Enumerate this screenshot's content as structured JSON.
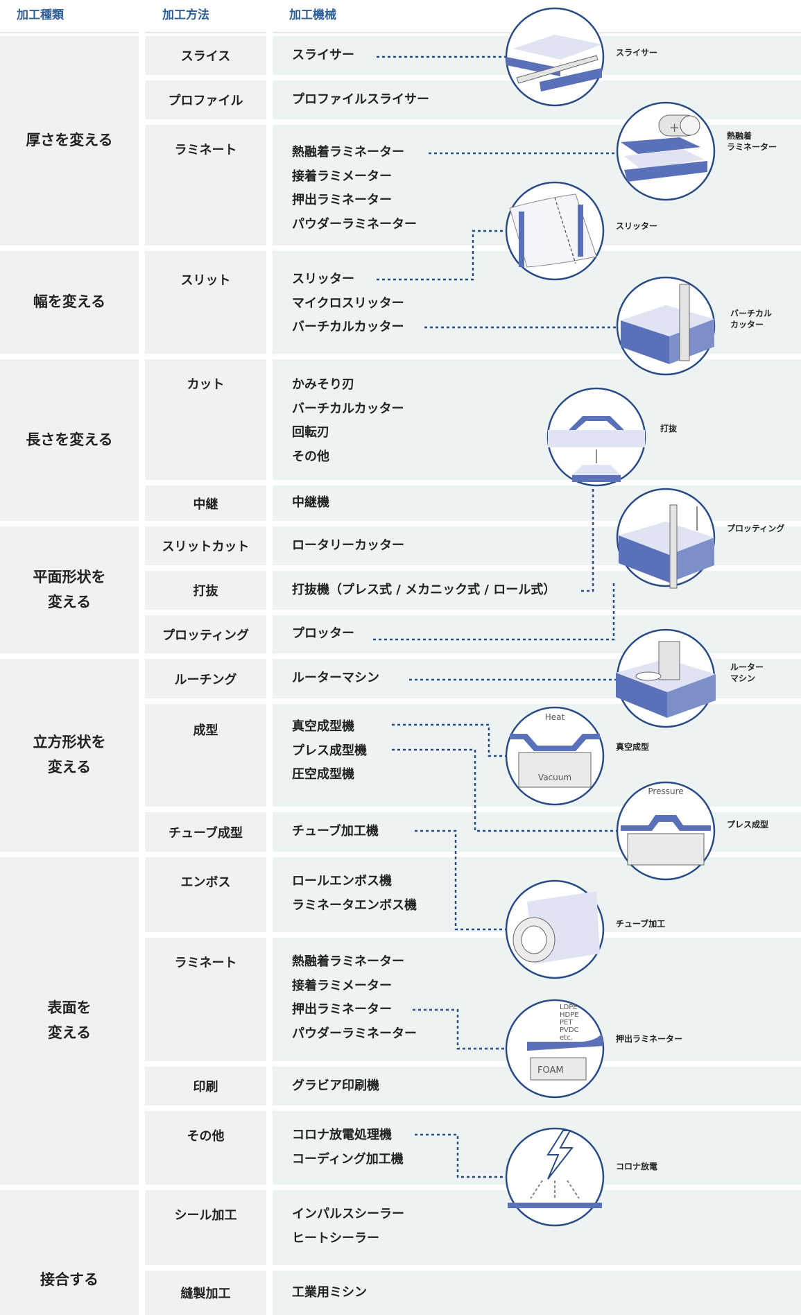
{
  "header": {
    "col1": "加工種類",
    "col2": "加工方法",
    "col3": "加工機械"
  },
  "categories": [
    {
      "label": "厚さを変える",
      "methods": [
        {
          "name": "スライス",
          "machines": [
            "スライサー"
          ]
        },
        {
          "name": "プロファイル",
          "machines": [
            "プロファイルスライサー"
          ]
        },
        {
          "name": "ラミネート",
          "machines": [
            "熱融着ラミネーター",
            "接着ラミメーター",
            "押出ラミネーター",
            "パウダーラミネーター"
          ]
        }
      ]
    },
    {
      "label": "幅を変える",
      "methods": [
        {
          "name": "スリット",
          "machines": [
            "スリッター",
            "マイクロスリッター",
            "バーチカルカッター"
          ]
        }
      ]
    },
    {
      "label": "長さを変える",
      "methods": [
        {
          "name": "カット",
          "machines": [
            "かみそり刃",
            "バーチカルカッター",
            "回転刃",
            "その他"
          ]
        },
        {
          "name": "中継",
          "machines": [
            "中継機"
          ]
        }
      ]
    },
    {
      "label": "平面形状を\n変える",
      "methods": [
        {
          "name": "スリットカット",
          "machines": [
            "ロータリーカッター"
          ]
        },
        {
          "name": "打抜",
          "machines": [
            "打抜機（プレス式 / メカニック式 / ロール式）"
          ]
        },
        {
          "name": "プロッティング",
          "machines": [
            "プロッター"
          ]
        }
      ]
    },
    {
      "label": "立方形状を\n変える",
      "methods": [
        {
          "name": "ルーチング",
          "machines": [
            "ルーターマシン"
          ]
        },
        {
          "name": "成型",
          "machines": [
            "真空成型機",
            "プレス成型機",
            "圧空成型機"
          ]
        },
        {
          "name": "チューブ成型",
          "machines": [
            "チューブ加工機"
          ]
        }
      ]
    },
    {
      "label": "表面を\n変える",
      "methods": [
        {
          "name": "エンボス",
          "machines": [
            "ロールエンボス機",
            "ラミネータエンボス機"
          ]
        },
        {
          "name": "ラミネート",
          "machines": [
            "熱融着ラミネーター",
            "接着ラミメーター",
            "押出ラミネーター",
            "パウダーラミネーター"
          ]
        },
        {
          "name": "印刷",
          "machines": [
            "グラビア印刷機"
          ]
        },
        {
          "name": "その他",
          "machines": [
            "コロナ放電処理機",
            "コーディング加工機"
          ]
        }
      ]
    },
    {
      "label": "接合する",
      "methods": [
        {
          "name": "シール加工",
          "machines": [
            "インパルスシーラー",
            "ヒートシーラー"
          ]
        },
        {
          "name": "縫製加工",
          "machines": [
            "工業用ミシン"
          ]
        }
      ]
    }
  ],
  "illustrations": [
    {
      "label": "スライサー",
      "icon": "slicer-icon"
    },
    {
      "label": "熱融着\nラミネーター",
      "icon": "heat-laminator-icon"
    },
    {
      "label": "スリッター",
      "icon": "slitter-icon"
    },
    {
      "label": "バーチカル\nカッター",
      "icon": "vertical-cutter-icon"
    },
    {
      "label": "打抜",
      "icon": "punching-icon"
    },
    {
      "label": "プロッティング",
      "icon": "plotting-icon"
    },
    {
      "label": "ルーター\nマシン",
      "icon": "router-machine-icon"
    },
    {
      "label": "真空成型",
      "icon": "vacuum-forming-icon",
      "texts": [
        "Heat",
        "Vacuum"
      ]
    },
    {
      "label": "プレス成型",
      "icon": "press-forming-icon",
      "texts": [
        "Pressure"
      ]
    },
    {
      "label": "チューブ加工",
      "icon": "tube-processing-icon"
    },
    {
      "label": "押出ラミネーター",
      "icon": "extrusion-laminator-icon",
      "texts": [
        "LDPE",
        "HDPE",
        "PET",
        "PVDC",
        "etc.",
        "FOAM"
      ]
    },
    {
      "label": "コロナ放電",
      "icon": "corona-discharge-icon"
    }
  ],
  "colors": {
    "header_text": "#2f5f98",
    "gray_cell": "#f1f1f1",
    "teal_cell": "#ecf3f2",
    "accent_blue": "#5a70b8",
    "navy": "#2a4a86"
  }
}
